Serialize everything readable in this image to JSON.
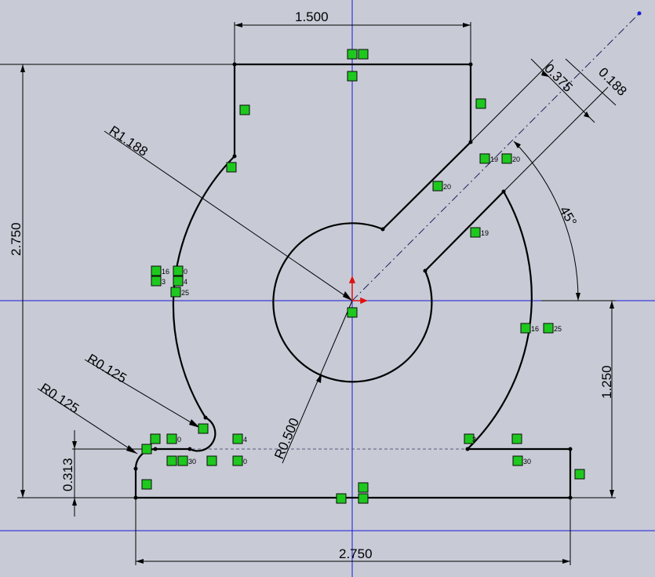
{
  "colors": {
    "background": "#c8cbd6",
    "axis_line": "#1a1ad6",
    "geometry": "#000000",
    "relation_badge": "#1ec81e",
    "origin_marker": "#e01010"
  },
  "dimensions": {
    "top_width": "1.500",
    "overall_height": "2.750",
    "slot_width": "0.375",
    "slot_offset": "0.188",
    "outer_arc_radius": "R1.188",
    "slot_angle": "45°",
    "right_height": "1.250",
    "fillet_radius_upper": "R0.125",
    "fillet_radius_lower": "R0.125",
    "hub_radius": "R0.500",
    "tab_height": "0.313",
    "bottom_width": "2.750"
  },
  "relation_labels": {
    "r19": "19",
    "r20": "20",
    "r16": "16",
    "r0": "0",
    "r3": "3",
    "r4": "4",
    "r25": "25",
    "r30": "30"
  }
}
